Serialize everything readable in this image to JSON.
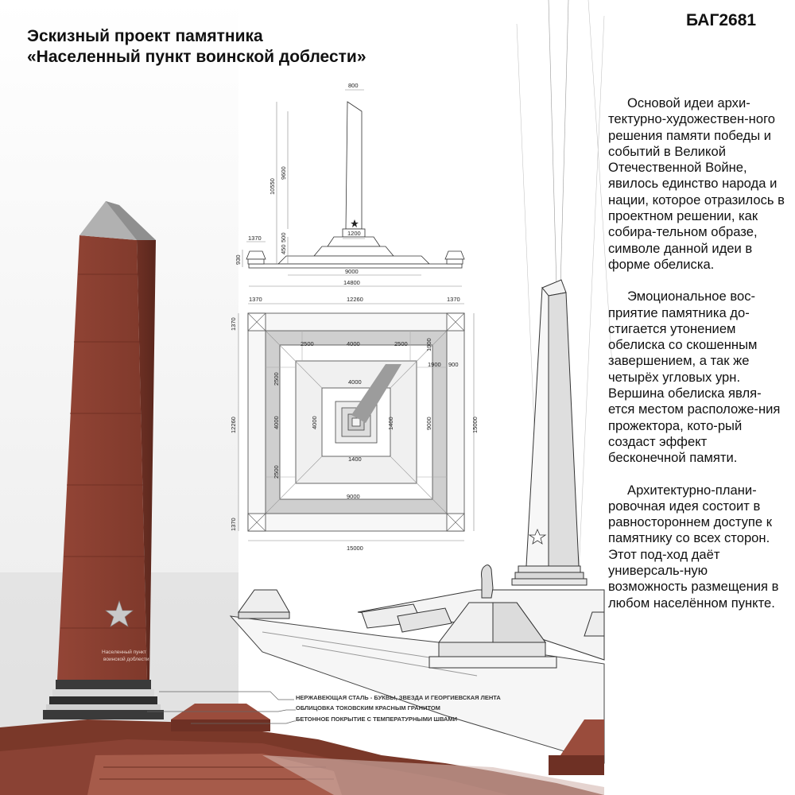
{
  "poster": {
    "title_line1": "Эскизный проект памятника",
    "title_line2": "«Населенный пункт воинской доблести»",
    "code": "БАГ2681",
    "description": [
      "Основой идеи архи-тектурно-художествен-ного решения памяти победы и событий в Великой Отечественной Войне, явилось единство народа и нации, которое отразилось в проектном решении, как собира-тельном образе, символе данной идеи в форме обелиска.",
      "Эмоциональное вос-приятие памятника до-стигается утонением обелиска со скошенным завершением, а так же четырёх угловых урн. Вершина обелиска явля-ется местом расположе-ния прожектора, кото-рый создаст эффект бесконечной памяти.",
      "Архитектурно-плани-ровочная идея состоит в равностороннем доступе к памятнику со всех сторон. Этот под-ход даёт универсаль-ную возможность размещения в любом населённом пункте."
    ],
    "obelisk_inscription_line1": "Населенный пункт",
    "obelisk_inscription_line2": "воинской доблести",
    "callouts": [
      "НЕРЖАВЕЮЩАЯ СТАЛЬ - БУКВЫ, ЗВЕЗДА И ГЕОРГИЕВСКАЯ ЛЕНТА",
      "ОБЛИЦОВКА ТОКОВСКИМ КРАСНЫМ ГРАНИТОМ",
      "БЕТОННОЕ ПОКРЫТИЕ С ТЕМПЕРАТУРНЫМИ ШВАМИ"
    ]
  },
  "elevation": {
    "top_width": "800",
    "total_height": "10550",
    "shaft_height": "9600",
    "base_width": "1200",
    "step_height_1": "450",
    "step_height_2": "500",
    "urn_height": "930",
    "urn_width": "1370",
    "platform_width": "9000",
    "overall_width": "14800"
  },
  "plan": {
    "top_corner_left": "1370",
    "top_span": "12260",
    "top_corner_right": "1370",
    "left_corner_top": "1370",
    "left_span": "12260",
    "left_corner_bottom": "1370",
    "band_left": "2500",
    "band_center": "4000",
    "band_right": "2500",
    "right_small_a": "1900",
    "right_small_b": "1900",
    "right_small_c": "900",
    "inner_left_top": "2500",
    "inner_left_mid": "4000",
    "inner_left_bottom": "2500",
    "inner_left2": "4000",
    "center_top": "4000",
    "center_bottom": "1400",
    "center_right": "1400",
    "inner_right": "9000",
    "outer_right": "15000",
    "bottom_inner": "9000",
    "bottom_overall": "15000"
  },
  "colors": {
    "granite": "#8a3f30",
    "granite_dark": "#6e3024",
    "granite_light": "#a25545",
    "paving": "#c8c8c8"
  }
}
